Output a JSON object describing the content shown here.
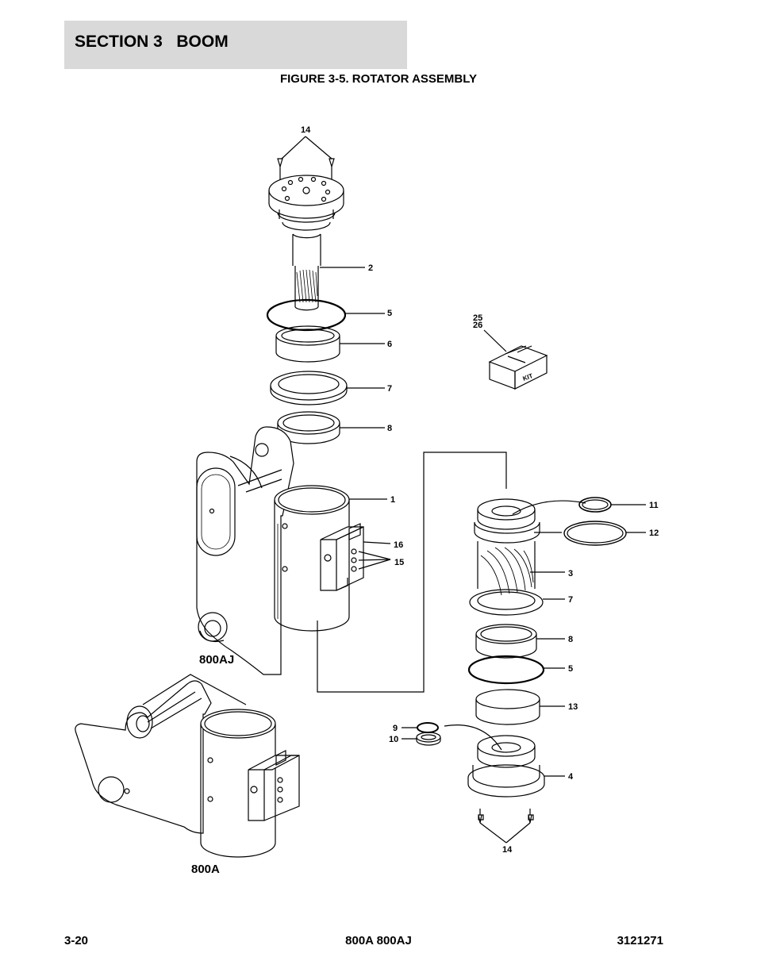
{
  "header": {
    "section": "SECTION 3   BOOM",
    "figure_title": "FIGURE 3-5. ROTATOR ASSEMBLY"
  },
  "diagram": {
    "callouts": {
      "c14_top": "14",
      "c2": "2",
      "c5_top": "5",
      "c6": "6",
      "c7_top": "7",
      "c8_top": "8",
      "c25": "25",
      "c26": "26",
      "kit": "KIT",
      "c1": "1",
      "c16": "16",
      "c15": "15",
      "c11": "11",
      "c12": "12",
      "c3": "3",
      "c7_right": "7",
      "c8_right": "8",
      "c5_right": "5",
      "c13": "13",
      "c9": "9",
      "c10": "10",
      "c4": "4",
      "c14_bottom": "14"
    },
    "models": {
      "aj": "800AJ",
      "a": "800A"
    }
  },
  "footer": {
    "page": "3-20",
    "models": "800A 800AJ",
    "doc": "3121271"
  }
}
